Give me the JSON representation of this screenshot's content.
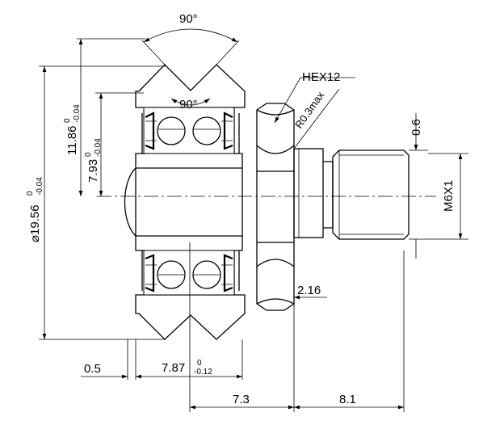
{
  "dimensions": {
    "top_angle": "90°",
    "inner_angle": "90°",
    "hex": "HEX12",
    "radius": "R0.3max",
    "thread_pitch_gap": "0.6",
    "thread": "M6X1",
    "flange_width": "2.16",
    "outer_diameter": {
      "value": "⌀19.56",
      "upper": "0",
      "lower": "-0.04"
    },
    "groove_diameter": {
      "value": "11.86",
      "upper": "0",
      "lower": "-0.04"
    },
    "bore_diameter": {
      "value": "7.93",
      "upper": "0",
      "lower": "-0.04"
    },
    "offset": "0.5",
    "wheel_width": {
      "value": "7.87",
      "upper": "0",
      "lower": "-0.12"
    },
    "length_a": "7.3",
    "length_b": "8.1"
  }
}
